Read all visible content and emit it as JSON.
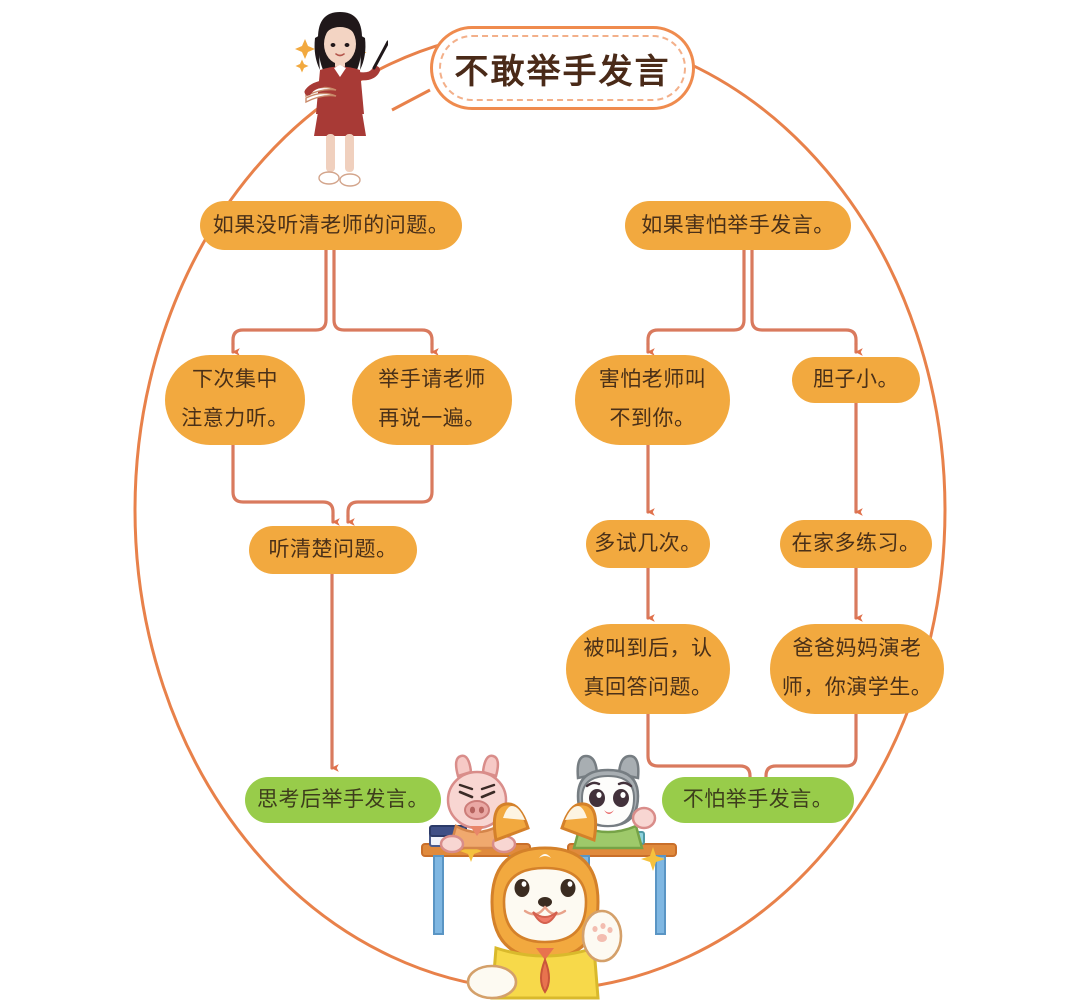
{
  "title": {
    "text": "不敢举手发言。",
    "display": "不敢举手发言"
  },
  "colors": {
    "node_orange": "#f2a93f",
    "node_green": "#98cc4a",
    "connector": "#d97a5e",
    "outline": "#e8814a",
    "node_text": "#4a3018",
    "title_text": "#4a2a18",
    "background": "#ffffff"
  },
  "illustrations": {
    "teacher": "teacher-with-pointer-illustration",
    "classroom_animals": "pig-cat-shiba-dog-at-desks-illustration"
  },
  "branches": {
    "left": {
      "root": "如果没听清老师的问题。",
      "options": [
        {
          "line1": "下次集中",
          "line2": "注意力听。"
        },
        {
          "line1": "举手请老师",
          "line2": "再说一遍。"
        }
      ],
      "merge": "听清楚问题。",
      "result": "思考后举手发言。"
    },
    "right": {
      "root": "如果害怕举手发言。",
      "options": [
        {
          "line1": "害怕老师叫",
          "line2": "不到你。"
        },
        {
          "line1": "胆子小。",
          "line2": ""
        }
      ],
      "steps": [
        "多试几次。",
        "在家多练习。"
      ],
      "actions": [
        {
          "line1": "被叫到后，认",
          "line2": "真回答问题。"
        },
        {
          "line1": "爸爸妈妈演老",
          "line2": "师，你演学生。"
        }
      ],
      "result": "不怕举手发言。"
    }
  }
}
